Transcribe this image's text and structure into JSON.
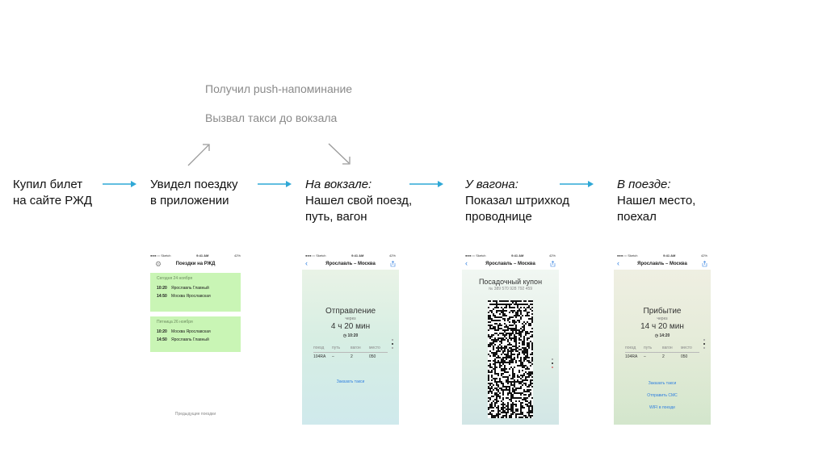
{
  "notes": {
    "push": "Получил push-напоминание",
    "taxi": "Вызвал такси до вокзала"
  },
  "stages": [
    {
      "heading": "",
      "lines": [
        "Купил билет",
        "на сайте РЖД"
      ]
    },
    {
      "heading": "",
      "lines": [
        "Увидел поездку",
        "в приложении"
      ]
    },
    {
      "heading": "На вокзале:",
      "lines": [
        "Нашел свой поезд,",
        "путь, вагон"
      ]
    },
    {
      "heading": "У вагона:",
      "lines": [
        "Показал штрихкод",
        "проводнице"
      ]
    },
    {
      "heading": "В поезде:",
      "lines": [
        "Нашел место,",
        "поехал"
      ]
    }
  ],
  "colors": {
    "flow_arrow": "#2fa8d6",
    "note_arrow": "#9a9a9a",
    "link_blue": "#2f7fe0",
    "card_green": "#c9f5b5"
  },
  "status_bar": {
    "carrier": "●●●○○ Sketch",
    "wifi": "wifi-icon",
    "time": "9:41 AM",
    "battery": "42%"
  },
  "phone1": {
    "title": "Поездки на РЖД",
    "gear_icon": "gear-icon",
    "trips": [
      {
        "date": "Сегодня 24 ноября",
        "rows": [
          {
            "time": "10:20",
            "station": "Ярославль Главный"
          },
          {
            "time": "14:50",
            "station": "Москва Ярославская"
          }
        ]
      },
      {
        "date": "Пятница 26 ноября",
        "rows": [
          {
            "time": "10:20",
            "station": "Москва Ярославская"
          },
          {
            "time": "14:50",
            "station": "Ярославль Главный"
          }
        ]
      }
    ],
    "previous_trips": "Предыдущие поездки"
  },
  "phone2": {
    "route": "Ярославль – Москва",
    "heading": "Отправление",
    "in_label": "через",
    "duration": "4 ч 20 мин",
    "clock": "10:20",
    "table_headers": [
      "поезд",
      "путь",
      "вагон",
      "место"
    ],
    "table_values": [
      "104RA",
      "–",
      "2",
      "050"
    ],
    "actions": [
      "Заказать такси"
    ]
  },
  "phone3": {
    "route": "Ярославль – Москва",
    "title": "Посадочный купон",
    "number": "№ 389 570 928 792 459"
  },
  "phone4": {
    "route": "Ярославль – Москва",
    "heading": "Прибытие",
    "in_label": "через",
    "duration": "14 ч 20 мин",
    "clock": "14:20",
    "table_headers": [
      "поезд",
      "путь",
      "вагон",
      "место"
    ],
    "table_values": [
      "104RA",
      "–",
      "2",
      "050"
    ],
    "actions": [
      "Заказать такси",
      "Отправить СМС",
      "WIFI в поезде"
    ]
  }
}
